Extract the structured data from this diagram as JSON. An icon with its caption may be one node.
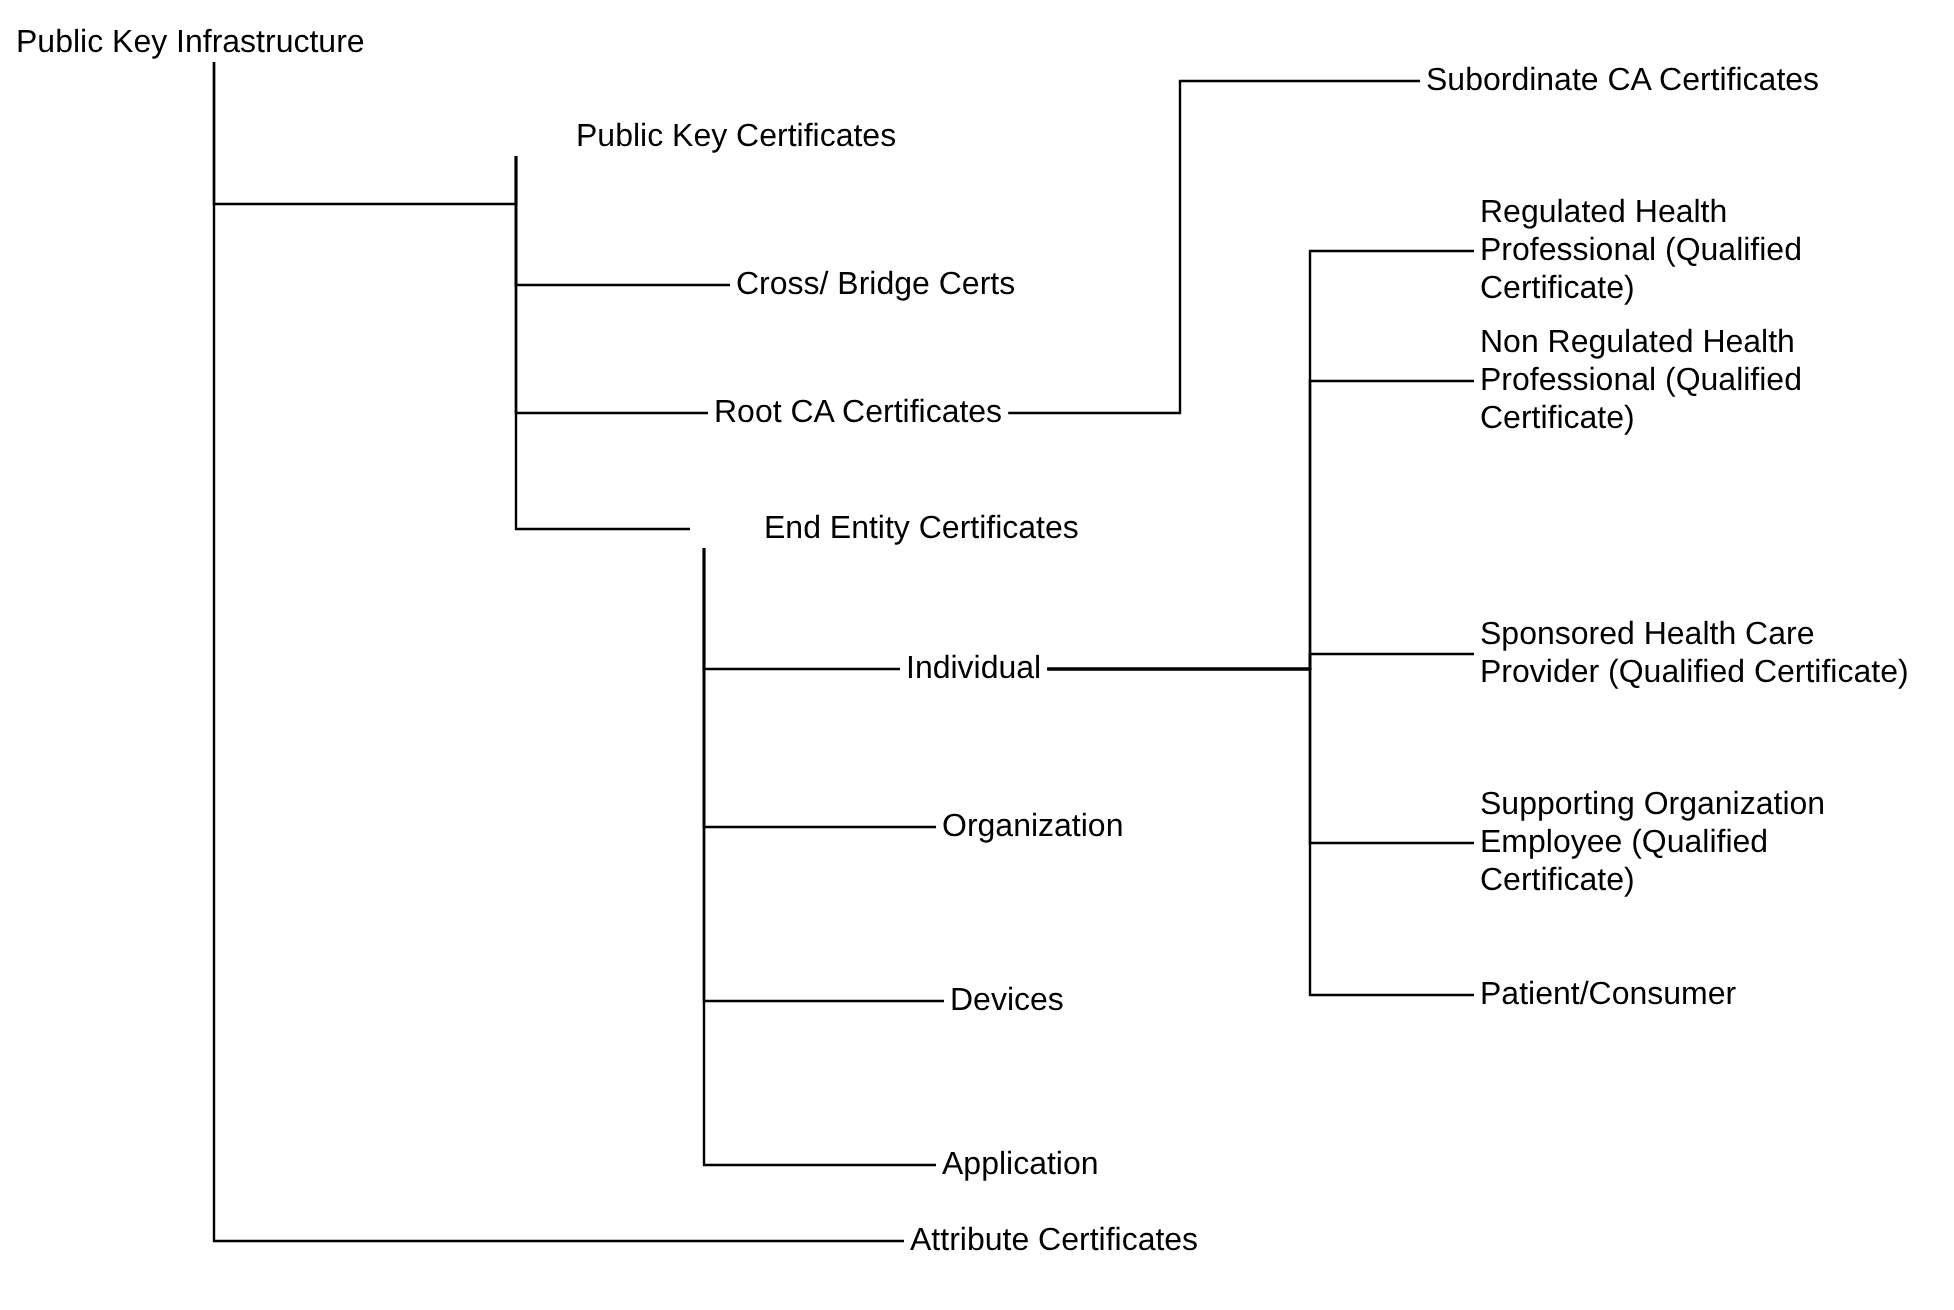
{
  "diagram": {
    "nodes": [
      {
        "text": [
          "Public Key Infrastructure"
        ]
      },
      {
        "text": [
          "Public Key Certificates"
        ]
      },
      {
        "text": [
          "Cross/ Bridge Certs"
        ]
      },
      {
        "text": [
          "Root CA Certificates"
        ]
      },
      {
        "text": [
          "Subordinate CA Certificates"
        ]
      },
      {
        "text": [
          "End Entity Certificates"
        ]
      },
      {
        "text": [
          "Individual"
        ]
      },
      {
        "text": [
          "Regulated Health Professional (Qualified Certificate)"
        ]
      },
      {
        "text": [
          "Non Regulated Health Professional (Qualified Certificate)"
        ]
      },
      {
        "text": [
          "Sponsored Health Care Provider (Qualified Certificate)"
        ]
      },
      {
        "text": [
          "Supporting Organization Employee (Qualified Certificate)"
        ]
      },
      {
        "text": [
          "Patient/Consumer"
        ]
      },
      {
        "text": [
          "Organization"
        ]
      },
      {
        "text": [
          "Devices"
        ]
      },
      {
        "text": [
          "Application"
        ]
      },
      {
        "text": [
          "Attribute Certificates"
        ]
      }
    ],
    "edges": [
      {
        "from": 0,
        "to": 1,
        "arrow": "none"
      },
      {
        "from": 1,
        "to": 2,
        "arrow": "none"
      },
      {
        "from": 1,
        "to": 3,
        "arrow": "none"
      },
      {
        "from": 3,
        "to": 4,
        "arrow": "none"
      },
      {
        "from": 1,
        "to": 5,
        "arrow": "none"
      },
      {
        "from": 5,
        "to": 6,
        "arrow": "none"
      },
      {
        "from": 6,
        "to": 7,
        "arrow": "none"
      },
      {
        "from": 6,
        "to": 8,
        "arrow": "none"
      },
      {
        "from": 6,
        "to": 9,
        "arrow": "none"
      },
      {
        "from": 6,
        "to": 10,
        "arrow": "none"
      },
      {
        "from": 6,
        "to": 11,
        "arrow": "none"
      },
      {
        "from": 5,
        "to": 12,
        "arrow": "none"
      },
      {
        "from": 5,
        "to": 13,
        "arrow": "none"
      },
      {
        "from": 5,
        "to": 14,
        "arrow": "none"
      },
      {
        "from": 0,
        "to": 15,
        "arrow": "none"
      }
    ]
  }
}
